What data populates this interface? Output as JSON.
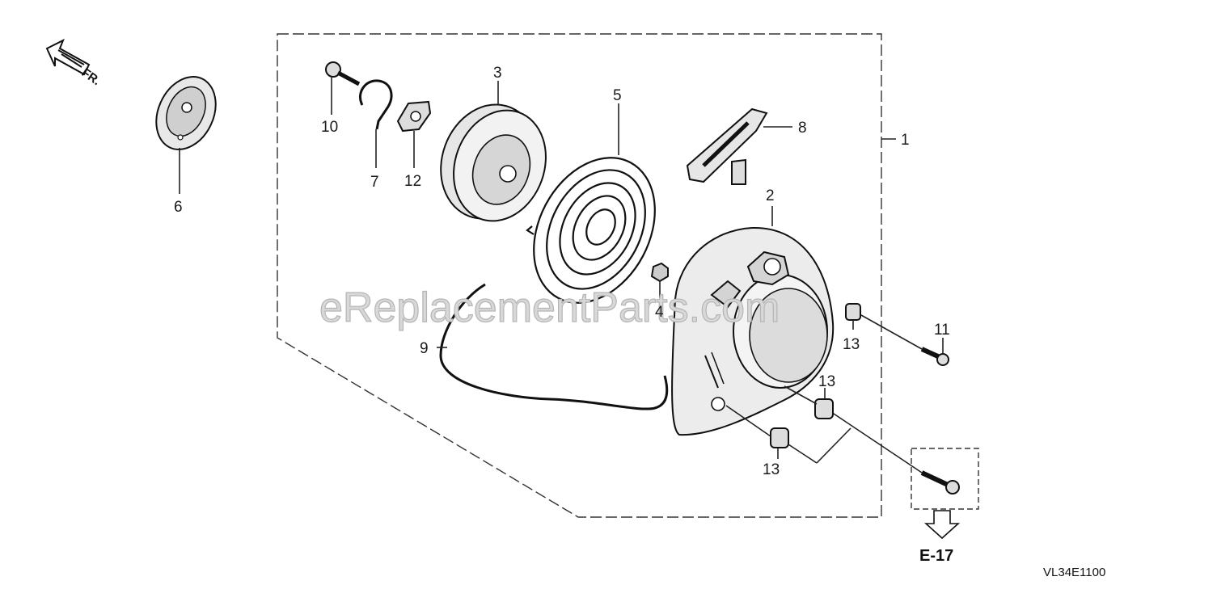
{
  "watermark": "eReplacementParts.com",
  "direction_label": "FR.",
  "reference_page": "E-17",
  "diagram_code": "VL34E1100",
  "callouts": {
    "c1": "1",
    "c2": "2",
    "c3": "3",
    "c4": "4",
    "c5": "5",
    "c6": "6",
    "c7": "7",
    "c8": "8",
    "c9": "9",
    "c10": "10",
    "c11": "11",
    "c12": "12",
    "c13a": "13",
    "c13b": "13",
    "c13c": "13"
  },
  "colors": {
    "line": "#222222",
    "part_fill": "#e6e6e6",
    "watermark": "#d8d8d8"
  }
}
